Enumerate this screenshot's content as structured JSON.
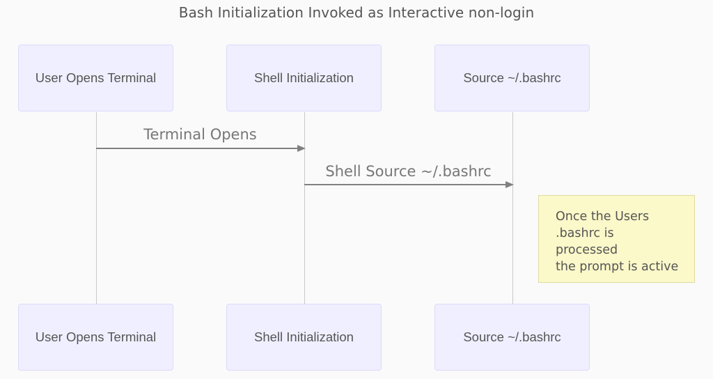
{
  "diagram": {
    "type": "sequence",
    "title": "Bash Initialization Invoked as Interactive non-login",
    "participants": [
      {
        "id": "user",
        "label": "User Opens Terminal"
      },
      {
        "id": "shell",
        "label": "Shell Initialization"
      },
      {
        "id": "source",
        "label": "Source ~/.bashrc"
      }
    ],
    "messages": [
      {
        "from": "user",
        "to": "shell",
        "label": "Terminal Opens"
      },
      {
        "from": "shell",
        "to": "source",
        "label": "Shell Source ~/.bashrc"
      }
    ],
    "note": {
      "position": "right of source",
      "lines": [
        "Once the Users",
        ".bashrc is",
        "processed",
        "the prompt is active"
      ]
    },
    "colors": {
      "actor_fill": "#f0efff",
      "actor_border": "#ddd9fb",
      "note_fill": "#fbf8c9",
      "note_border": "#dfdca0",
      "line": "#808080"
    }
  }
}
